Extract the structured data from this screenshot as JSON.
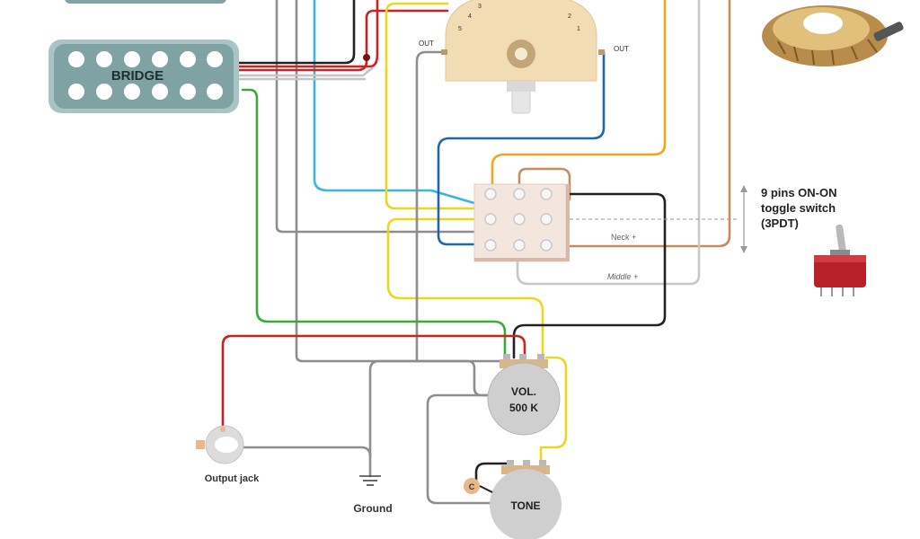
{
  "pickups": {
    "bridge_label": "BRIDGE"
  },
  "selector": {
    "out_left": "OUT",
    "out_right": "OUT",
    "positions_left": [
      "5",
      "4",
      "3"
    ],
    "positions_right": [
      "2",
      "1"
    ]
  },
  "toggle": {
    "title_line1": "9 pins ON-ON",
    "title_line2": "toggle switch",
    "title_line3": "(3PDT)",
    "neck_label": "Neck +",
    "middle_label": "Middle +"
  },
  "controls": {
    "volume_line1": "VOL.",
    "volume_line2": "500 K",
    "tone_label": "TONE",
    "capacitor_label": "C"
  },
  "jack": {
    "label": "Output jack"
  },
  "ground": {
    "label": "Ground"
  },
  "colors": {
    "pickup_body": "#7fa3a3",
    "switch_body": "#f1dcb3",
    "toggle_body": "#f3e6df",
    "pot_body": "#cfcfcf",
    "wire_red": "#cc2222",
    "wire_black": "#222222",
    "wire_white": "#bdbdbd",
    "wire_yellow": "#e8d81e",
    "wire_green": "#3aaa3a",
    "wire_blue": "#1e66b0",
    "wire_cyan": "#39b5e0",
    "wire_orange": "#f0a51e",
    "wire_brown": "#c98a5e",
    "wire_grey": "#8e8e8e"
  }
}
